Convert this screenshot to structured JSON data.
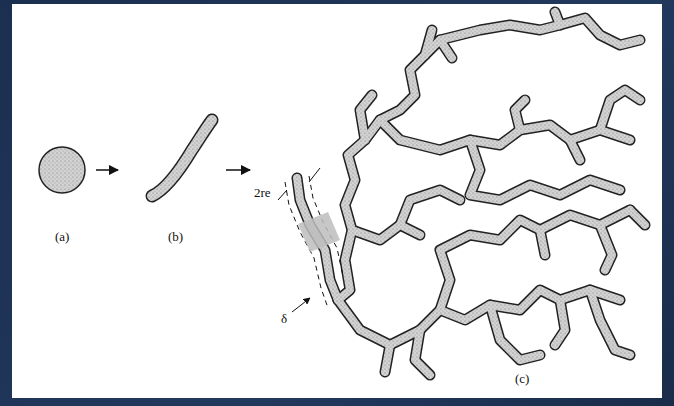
{
  "diagram": {
    "labels": [
      "(a)",
      "(b)",
      "2re",
      "δ",
      "(c)"
    ]
  }
}
